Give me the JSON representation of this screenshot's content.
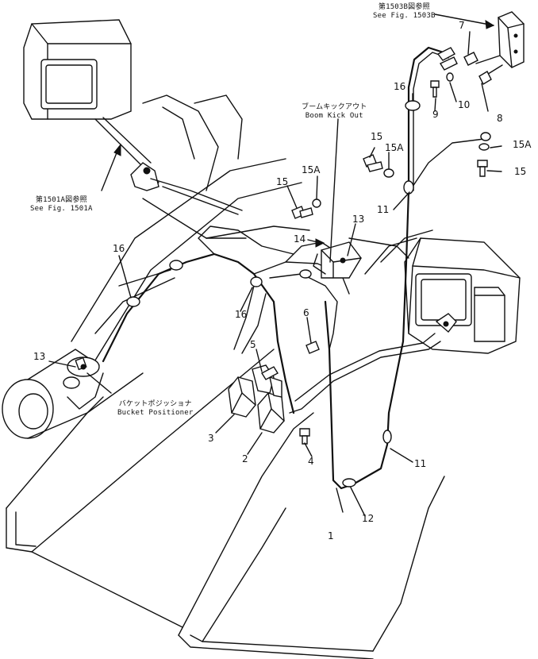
{
  "references": {
    "fig_1503b_jp": "第1503B図参照",
    "fig_1503b_en": "See Fig. 1503B",
    "fig_1501a_jp": "第1501A図参照",
    "fig_1501a_en": "See Fig. 1501A",
    "boom_kick_out_jp": "ブームキックアウト",
    "boom_kick_out_en": "Boom Kick Out",
    "bucket_positioner_jp": "バケットポジッショナ",
    "bucket_positioner_en": "Bucket Positioner"
  },
  "callouts": {
    "c1": "1",
    "c2": "2",
    "c3": "3",
    "c4": "4",
    "c5": "5",
    "c6": "6",
    "c7": "7",
    "c8": "8",
    "c9": "9",
    "c10": "10",
    "c11a": "11",
    "c11b": "11",
    "c12": "12",
    "c13a": "13",
    "c13b": "13",
    "c14": "14",
    "c15a": "15",
    "c15b": "15",
    "c15c": "15",
    "c15Aa": "15A",
    "c15Ab": "15A",
    "c15Ac": "15A",
    "c16a": "16",
    "c16b": "16",
    "c16c": "16"
  }
}
